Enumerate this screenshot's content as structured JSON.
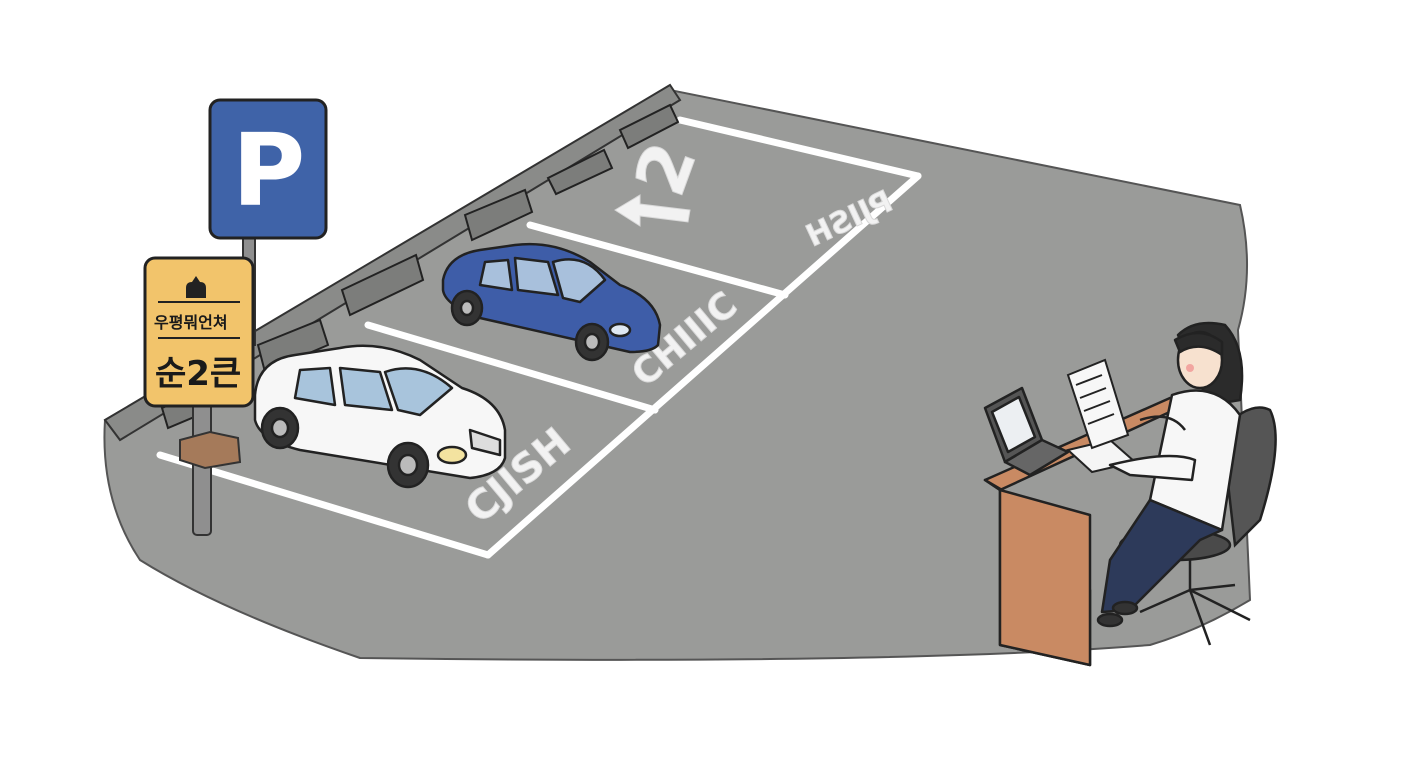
{
  "parking_sign": {
    "letter": "P",
    "bg_color": "#3f63a8"
  },
  "info_sign": {
    "line1": "우평뭐언쳐",
    "line2": "순2큰",
    "bg_color": "#f2c46b"
  },
  "stalls": {
    "front_text": "CJISH",
    "middle_text": "CHIIIC",
    "back_text": "PJISH",
    "back_number": "2"
  },
  "colors": {
    "asphalt": "#9a9b99",
    "car_white": "#f7f7f7",
    "car_blue": "#3e5da8",
    "desk": "#c98a63"
  }
}
